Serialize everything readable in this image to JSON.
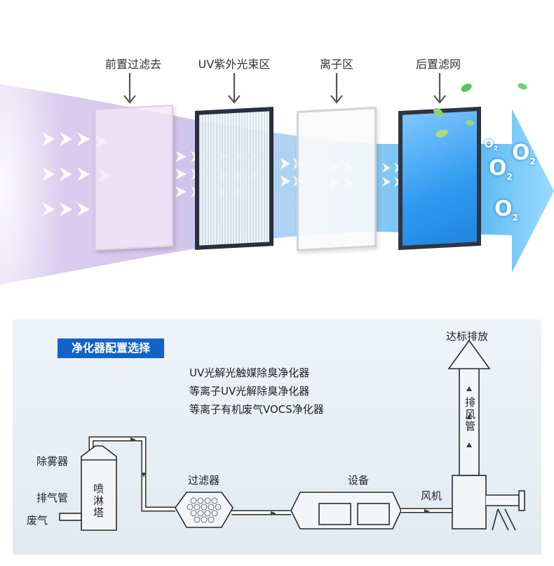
{
  "stages": {
    "pre_filter": "前置过滤去",
    "uv_zone": "UV紫外光束区",
    "ion_zone": "离子区",
    "post_filter": "后置滤网"
  },
  "oxygen": {
    "o2_a": "O",
    "o2_b": "O",
    "o2_c": "O",
    "o2_d": "O",
    "sub": "2"
  },
  "diagram": {
    "title": "净化器配置选择",
    "purifier_options": [
      "UV光解光触媒除臭净化器",
      "等离子UV光解除臭净化器",
      "等离子有机废气VOCS净化器"
    ],
    "labels": {
      "demister": "除雾器",
      "exhaust_pipe": "排气管",
      "waste_gas": "废气",
      "spray_tower": "喷淋塔",
      "filter": "过滤器",
      "equipment": "设备",
      "fan": "风机",
      "stack_pipe": "排风管",
      "discharge": "达标排放"
    }
  },
  "colors": {
    "title_bg": "#1462c8",
    "airflow_purple": "#b9a3e0",
    "airflow_blue": "#4fb4ef",
    "post_filter_blue": "#2f9af0"
  }
}
